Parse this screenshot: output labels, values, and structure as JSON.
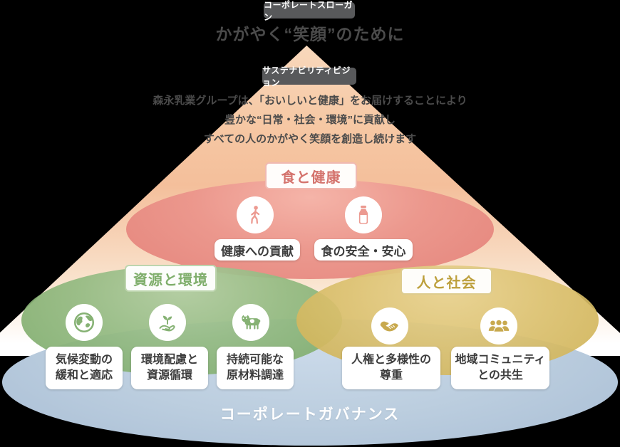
{
  "slogan": {
    "badge": "コーポレートスローガン",
    "title": "かがやく“笑顔”のために"
  },
  "vision": {
    "badge": "サステナビリティビジョン",
    "line1": "森永乳業グループは、「おいしいと健康」をお届けすることにより",
    "line2": "豊かな“日常・社会・環境”に貢献し",
    "line3": "すべての人のかがやく笑顔を創造し続けます"
  },
  "food_health": {
    "title": "食と健康",
    "items": [
      {
        "icon": "walking-person-icon",
        "label": "健康への貢献"
      },
      {
        "icon": "milk-bottle-icon",
        "label": "食の安全・安心"
      }
    ]
  },
  "resources_environment": {
    "title": "資源と環境",
    "items": [
      {
        "icon": "globe-icon",
        "label": "気候変動の\n緩和と適応"
      },
      {
        "icon": "sprout-hand-icon",
        "label": "環境配慮と\n資源循環"
      },
      {
        "icon": "cow-icon",
        "label": "持続可能な\n原材料調達"
      }
    ]
  },
  "people_society": {
    "title": "人と社会",
    "items": [
      {
        "icon": "handshake-icon",
        "label": "人権と多様性の\n尊重"
      },
      {
        "icon": "people-group-icon",
        "label": "地域コミュニティ\nとの共生"
      }
    ]
  },
  "governance": {
    "title": "コーポレートガバナンス"
  },
  "colors": {
    "red": "#e8857d",
    "green": "#83b070",
    "yellow": "#d4b75f",
    "blue": "#b7c9de",
    "cone_top": "#f6c8a4",
    "badge_bg": "#58595b",
    "text_dark": "#4b4b4b"
  }
}
